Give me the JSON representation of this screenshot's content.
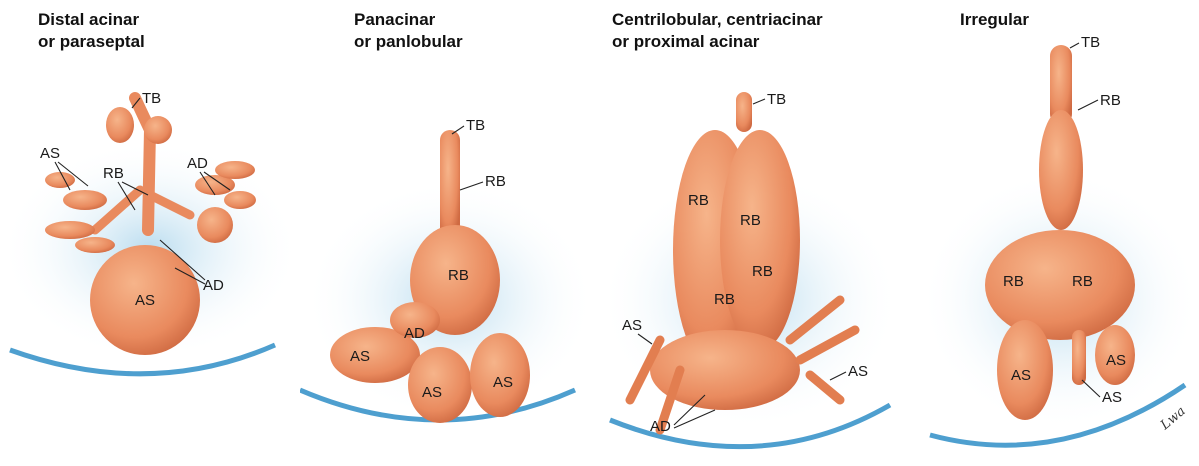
{
  "panels": [
    {
      "title_line1": "Distal acinar",
      "title_line2": "or paraseptal"
    },
    {
      "title_line1": "Panacinar",
      "title_line2": "or panlobular"
    },
    {
      "title_line1": "Centrilobular, centriacinar",
      "title_line2": "or proximal acinar"
    },
    {
      "title_line1": "Irregular",
      "title_line2": ""
    }
  ],
  "labels": {
    "tb": "TB",
    "rb": "RB",
    "ad": "AD",
    "as": "AS"
  },
  "signature": "Lwa"
}
